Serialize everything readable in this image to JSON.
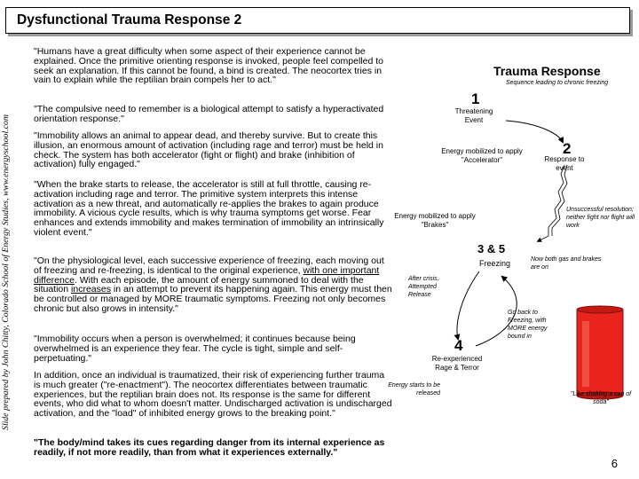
{
  "title": "Dysfunctional Trauma Response 2",
  "side_credit": "Slide prepared by John Chitty, Colorado School of Energy Studies, www.energyschool.com",
  "paragraphs": {
    "p1": "\"Humans have a great difficulty when some aspect of their experience cannot be explained. Once the primitive orienting response is invoked, people feel compelled to seek an explanation. If this cannot be found, a bind is created. The neocortex tries in vain to explain while the reptilian brain compels her to act.\"",
    "p2": "\"The compulsive need to remember is a biological attempt to satisfy a hyperactivated orientation response.\"",
    "p3": "\"Immobility allows an animal to appear dead, and thereby survive. But to create this illusion, an enormous amount of activation (including rage and terror) must be held in check. The system has both accelerator (fight or flight) and brake (inhibition of activation) fully engaged.\"",
    "p4": "\"When the brake starts to release, the accelerator is still at full throttle, causing re-activation including rage and terror. The primitive system interprets this intense activation as a new threat, and automatically re-applies the brakes to again produce immobility. A vicious cycle results, which is why trauma symptoms get worse. Fear enhances and extends immobility and makes termination of immobility an intrinsically violent event.\"",
    "p5_before": "\"On the physiological level, each successive experience of freezing, each moving out of freezing and re-freezing, is identical to the original experience, ",
    "p5_underline1": "with one important difference",
    "p5_middle": ". With each episode, the amount of energy summoned to deal with the situation ",
    "p5_underline2": "increases",
    "p5_after": " in an attempt to prevent its happening again. This energy must then be controlled or managed by MORE traumatic symptoms. Freezing not only becomes chronic but also grows in intensity.\"",
    "p6": "\"Immobility occurs when a person is overwhelmed; it continues because being overwhelmed is an experience they fear. The cycle is tight, simple and self-perpetuating.\"",
    "p7": "In addition, once an individual is traumatized, their risk of experiencing further trauma is much greater (\"re-enactment\"). The neocortex differentiates between traumatic experiences, but the reptilian brain does not. Its response is the same for different events, who did what to whom doesn't matter. Undischarged activation is undischarged activation, and the \"load\" of inhibited energy grows to the breaking point.\"",
    "p8": "\"The body/mind takes its cues regarding danger from its internal experience as readily, if not more readily, than from what it experiences externally.\""
  },
  "diagram": {
    "heading": "Trauma Response",
    "subheading": "Sequence leading to chronic freezing",
    "node1_num": "1",
    "node1_label": "Threatening Event",
    "energy_accel": "Energy mobilized to apply \"Accelerator\"",
    "node2_num": "2",
    "node2_label": "Response to event",
    "unsuccessful": "Unsuccessful resolution; neither fight nor flight will work",
    "energy_brakes": "Energy mobilized to apply \"Brakes\"",
    "node35_num": "3 & 5",
    "node35_label": "Freezing",
    "gas_brakes": "Now both gas and brakes are on",
    "after_crisis": "After crisis, Attempted Release",
    "go_back": "Go back to Freezing, with MORE energy bound in",
    "node4_num": "4",
    "node4_label": "Re-experienced Rage & Terror",
    "energy_starts": "Energy starts to be released",
    "soda_caption": "\"Like shaking a can of soda\"",
    "page_number": "6"
  },
  "colors": {
    "can_red": "#e8241c",
    "title_shadow": "#9a9a9a"
  }
}
